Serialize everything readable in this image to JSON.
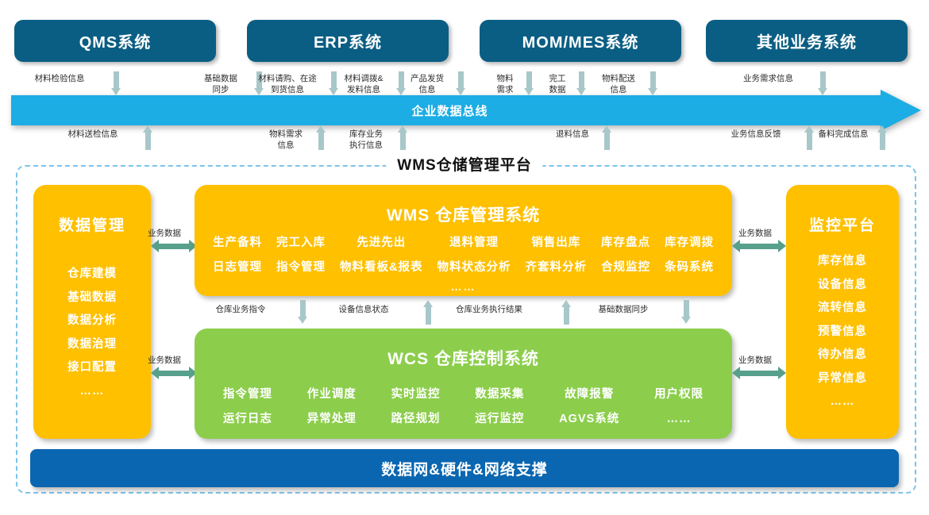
{
  "colors": {
    "external_system": "#0B5E83",
    "data_bus": "#1CADE4",
    "card_amber": "#FFC000",
    "card_green": "#8CCE4C",
    "support_bar": "#0A66B0",
    "platform_border": "#7EC3EA",
    "flow_arrow": "#A8C7C9",
    "bi_arrow": "#57A08C"
  },
  "external_systems": [
    {
      "label": "QMS系统"
    },
    {
      "label": "ERP系统"
    },
    {
      "label": "MOM/MES系统"
    },
    {
      "label": "其他业务系统"
    }
  ],
  "data_bus": {
    "label": "企业数据总线",
    "down_flows": [
      {
        "label": "材料检验信息"
      },
      {
        "label": "基础数据\n同步"
      },
      {
        "label": "材料请购、在途\n到货信息"
      },
      {
        "label": "材料调拨&\n发料信息"
      },
      {
        "label": "产品发货\n信息"
      },
      {
        "label": "物料\n需求"
      },
      {
        "label": "完工\n数据"
      },
      {
        "label": "物料配送\n信息"
      },
      {
        "label": "业务需求信息"
      }
    ],
    "up_flows": [
      {
        "label": "材料送检信息"
      },
      {
        "label": "物料需求\n信息"
      },
      {
        "label": "库存业务\n执行信息"
      },
      {
        "label": "退料信息"
      },
      {
        "label": "业务信息反馈"
      },
      {
        "label": "备料完成信息"
      }
    ]
  },
  "platform": {
    "title": "WMS仓储管理平台"
  },
  "data_management": {
    "title": "数据管理",
    "items": [
      "仓库建模",
      "基础数据",
      "数据分析",
      "数据治理",
      "接口配置",
      "……"
    ]
  },
  "wms": {
    "title": "WMS 仓库管理系统",
    "columns": [
      [
        "生产备料",
        "日志管理"
      ],
      [
        "完工入库",
        "指令管理"
      ],
      [
        "先进先出",
        "物料看板&报表"
      ],
      [
        "退料管理",
        "物料状态分析"
      ],
      [
        "销售出库",
        "齐套料分析"
      ],
      [
        "库存盘点",
        "合规监控"
      ],
      [
        "库存调拨",
        "条码系统"
      ]
    ],
    "ellipsis": "……"
  },
  "wcs": {
    "title": "WCS 仓库控制系统",
    "columns": [
      [
        "指令管理",
        "运行日志"
      ],
      [
        "作业调度",
        "异常处理"
      ],
      [
        "实时监控",
        "路径规划"
      ],
      [
        "数据采集",
        "运行监控"
      ],
      [
        "故障报警",
        "AGVS系统"
      ],
      [
        "用户权限",
        "……"
      ]
    ]
  },
  "monitoring": {
    "title": "监控平台",
    "items": [
      "库存信息",
      "设备信息",
      "流转信息",
      "预警信息",
      "待办信息",
      "异常信息",
      "……"
    ]
  },
  "internal_flows": {
    "wms_wcs": [
      {
        "label": "仓库业务指令",
        "direction": "down"
      },
      {
        "label": "设备信息状态",
        "direction": "up"
      },
      {
        "label": "仓库业务执行结果",
        "direction": "up"
      },
      {
        "label": "基础数据同步",
        "direction": "down"
      }
    ],
    "bidirectional": [
      {
        "label": "业务数据"
      },
      {
        "label": "业务数据"
      },
      {
        "label": "业务数据"
      },
      {
        "label": "业务数据"
      }
    ]
  },
  "support": {
    "label": "数据网&硬件&网络支撑"
  }
}
